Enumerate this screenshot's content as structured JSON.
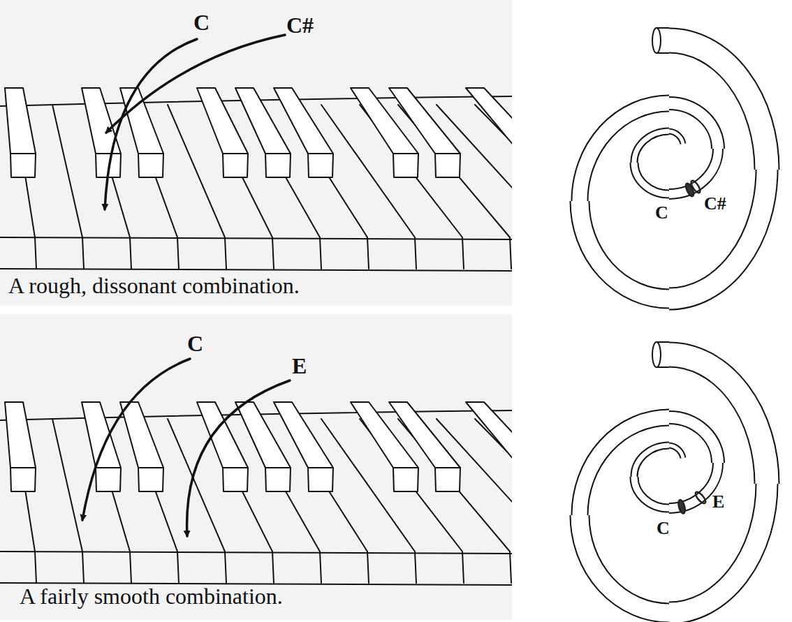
{
  "diagram": {
    "labels": [
      "C",
      "C#",
      "A rough, dissonant combination.",
      "C",
      "C#",
      "C",
      "E",
      "A fairly smooth combination.",
      "C",
      "E"
    ]
  }
}
